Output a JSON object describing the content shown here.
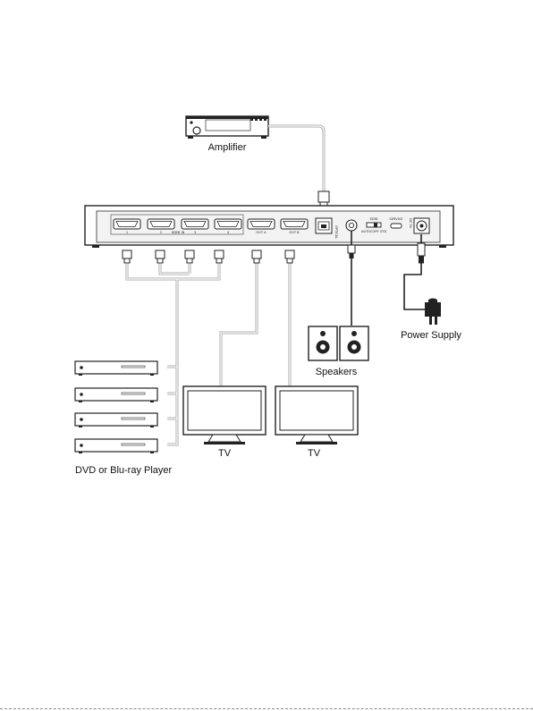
{
  "labels": {
    "amplifier": "Amplifier",
    "power_supply": "Power Supply",
    "speakers": "Speakers",
    "tv_a": "TV",
    "tv_b": "TV",
    "players": "DVD or Blu-ray Player"
  },
  "panel": {
    "hdmi_in": "HDMI IN",
    "in1": "1",
    "in2": "2",
    "in3": "3",
    "in4": "4",
    "out_a": "OUT A",
    "out_b": "OUT B",
    "optical": "OPTICAL",
    "edid": "EDID",
    "auto": "AUTO",
    "copy": "COPY",
    "std": "STD",
    "service": "SERVICE",
    "dc": "DC 5V"
  },
  "colors": {
    "line": "#222222",
    "device_fill": "#ffffff",
    "panel_fill": "#f3f3f3"
  }
}
